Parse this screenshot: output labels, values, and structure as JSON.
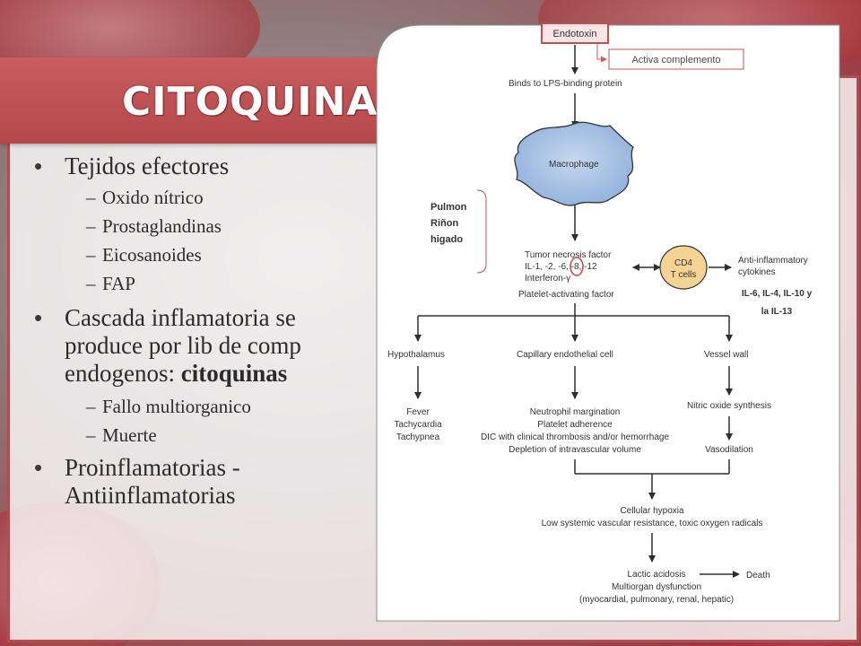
{
  "slide": {
    "title": "CITOQUINAS",
    "bullets": [
      {
        "text": "Tejidos efectores",
        "subs": [
          "Oxido nítrico",
          "Prostaglandinas",
          "Eicosanoides",
          "FAP"
        ]
      },
      {
        "text_pre": "Cascada inflamatoria se produce por lib de comp endogenos: ",
        "text_bold": "citoquinas",
        "subs": [
          "Fallo multiorganico",
          "Muerte"
        ]
      },
      {
        "text": "Proinflamatorias - Antiinflamatorias",
        "subs": []
      }
    ]
  },
  "diagram": {
    "endotoxin": "Endotoxin",
    "activa": "Activa complemento",
    "binds": "Binds to LPS-binding protein",
    "macrophage": "Macrophage",
    "organs": [
      "Pulmon",
      "Riñon",
      "higado"
    ],
    "tnf_lines": [
      "Tumor necrosis factor",
      "IL-1, -2, -6, -8, -12",
      "Interferon-γ",
      "Platelet-activating factor"
    ],
    "cd4_lines": [
      "CD4",
      "T cells"
    ],
    "anti_lines": [
      "Anti-inflammatory",
      "cytokines"
    ],
    "il_note_lines": [
      "IL-6, IL-4, IL-10 y",
      "la IL-13"
    ],
    "hypothalamus": "Hypothalamus",
    "capillary": "Capillary endothelial cell",
    "vessel": "Vessel wall",
    "fever_lines": [
      "Fever",
      "Tachycardia",
      "Tachypnea"
    ],
    "neutro_lines": [
      "Neutrophil margination",
      "Platelet adherence",
      "DIC with clinical thrombosis and/or hemorrhage",
      "Depletion of intravascular volume"
    ],
    "nitric": "Nitric oxide synthesis",
    "vasodilation": "Vasodilation",
    "hypoxia_lines": [
      "Cellular hypoxia",
      "Low systemic vascular resistance, toxic oxygen radicals"
    ],
    "lactic_lines": [
      "Lactic acidosis",
      "Multiorgan dysfunction",
      "(myocardial, pulmonary, renal, hepatic)"
    ],
    "death": "Death"
  }
}
